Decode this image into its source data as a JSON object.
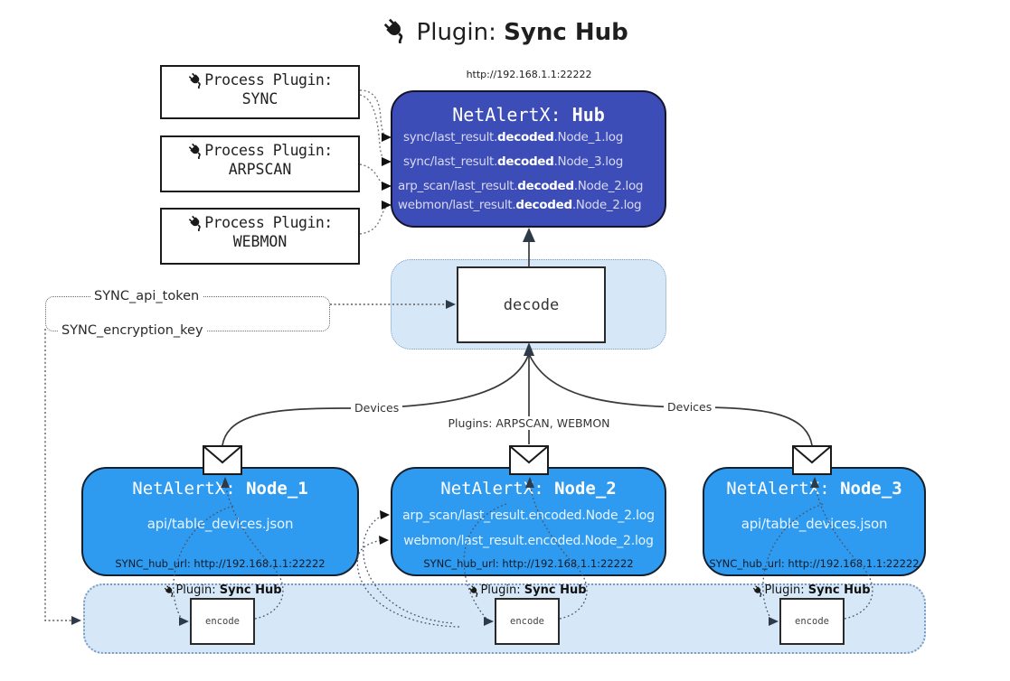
{
  "title": {
    "prefix": "Plugin: ",
    "bold": "Sync Hub"
  },
  "hub": {
    "url": "http://192.168.1.1:22222",
    "name_prefix": "NetAlertX: ",
    "name_bold": "Hub",
    "lines": [
      {
        "pre": "sync/last_result.",
        "bold": "decoded",
        "post": ".Node_1.log"
      },
      {
        "pre": "sync/last_result.",
        "bold": "decoded",
        "post": ".Node_3.log"
      },
      {
        "pre": "arp_scan/last_result.",
        "bold": "decoded",
        "post": ".Node_2.log"
      },
      {
        "pre": "webmon/last_result.",
        "bold": "decoded",
        "post": ".Node_2.log"
      }
    ]
  },
  "process_plugins": [
    {
      "label": "Process Plugin:",
      "name": "SYNC"
    },
    {
      "label": "Process Plugin:",
      "name": "ARPSCAN"
    },
    {
      "label": "Process Plugin:",
      "name": "WEBMON"
    }
  ],
  "decode_label": "decode",
  "settings": {
    "api_token": "SYNC_api_token",
    "encryption_key": "SYNC_encryption_key"
  },
  "edge_labels": {
    "devices_left": "Devices",
    "devices_right": "Devices",
    "plugins": "Plugins: ARPSCAN, WEBMON"
  },
  "nodes": [
    {
      "name_prefix": "NetAlertX: ",
      "name_bold": "Node_1",
      "lines": [
        "api/table_devices.json"
      ],
      "hub_url": "SYNC_hub_url: http://192.168.1.1:22222"
    },
    {
      "name_prefix": "NetAlertX: ",
      "name_bold": "Node_2",
      "lines": [
        "arp_scan/last_result.encoded.Node_2.log",
        "webmon/last_result.encoded.Node_2.log"
      ],
      "hub_url": "SYNC_hub_url: http://192.168.1.1:22222"
    },
    {
      "name_prefix": "NetAlertX: ",
      "name_bold": "Node_3",
      "lines": [
        "api/table_devices.json"
      ],
      "hub_url": "SYNC_hub_url: http://192.168.1.1:22222"
    }
  ],
  "encode_band": {
    "plugin_prefix": "Plugin: ",
    "plugin_bold": "Sync Hub",
    "encode_label": "encode"
  },
  "colors": {
    "hub_bg": "#3d4db7",
    "node_bg": "#2e9af0",
    "band_bg": "#d6e8f8",
    "line_color": "#3a3a3a"
  }
}
